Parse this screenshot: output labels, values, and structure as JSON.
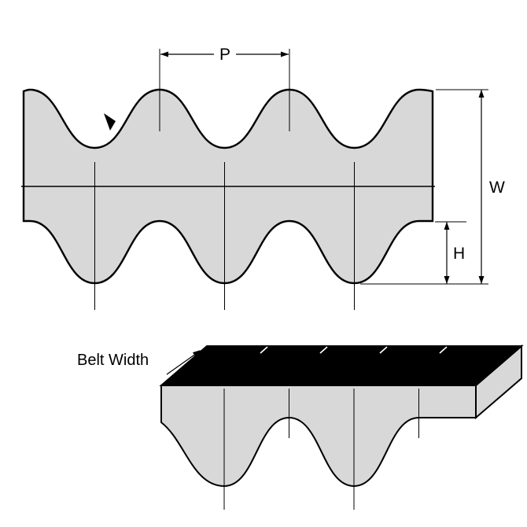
{
  "diagram": {
    "labels": {
      "pitch": "P",
      "overall_width": "W",
      "tooth_height": "H",
      "belt_width": "Belt Width"
    },
    "colors": {
      "belt_fill": "#d8d8d8",
      "belt_outline": "#000000",
      "top_face": "#000000",
      "tick_marks": "#ffffff",
      "background": "#ffffff"
    }
  }
}
